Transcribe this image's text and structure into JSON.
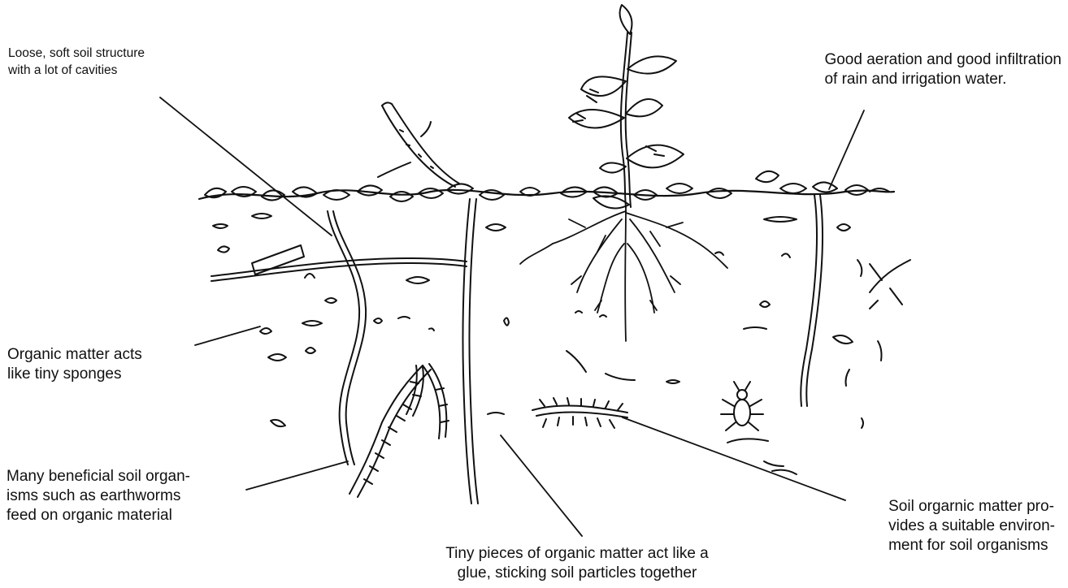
{
  "labels": {
    "loose": [
      "Loose, soft soil structure",
      "with a lot of cavities"
    ],
    "aeration": [
      "Good aeration and good infiltration",
      "of rain and irrigation water."
    ],
    "sponges": [
      "Organic matter acts",
      "like tiny sponges"
    ],
    "organisms": [
      "Many beneficial soil organ-",
      "isms such as earthworms",
      "feed on organic material"
    ],
    "glue": [
      "Tiny pieces of organic matter act like a",
      "glue, sticking soil particles together"
    ],
    "environment": [
      "Soil orgarnic matter pro-",
      "vides a suitable environ-",
      "ment for soil organisms"
    ]
  },
  "colors": {
    "ink": "#111111",
    "background": "#ffffff"
  }
}
